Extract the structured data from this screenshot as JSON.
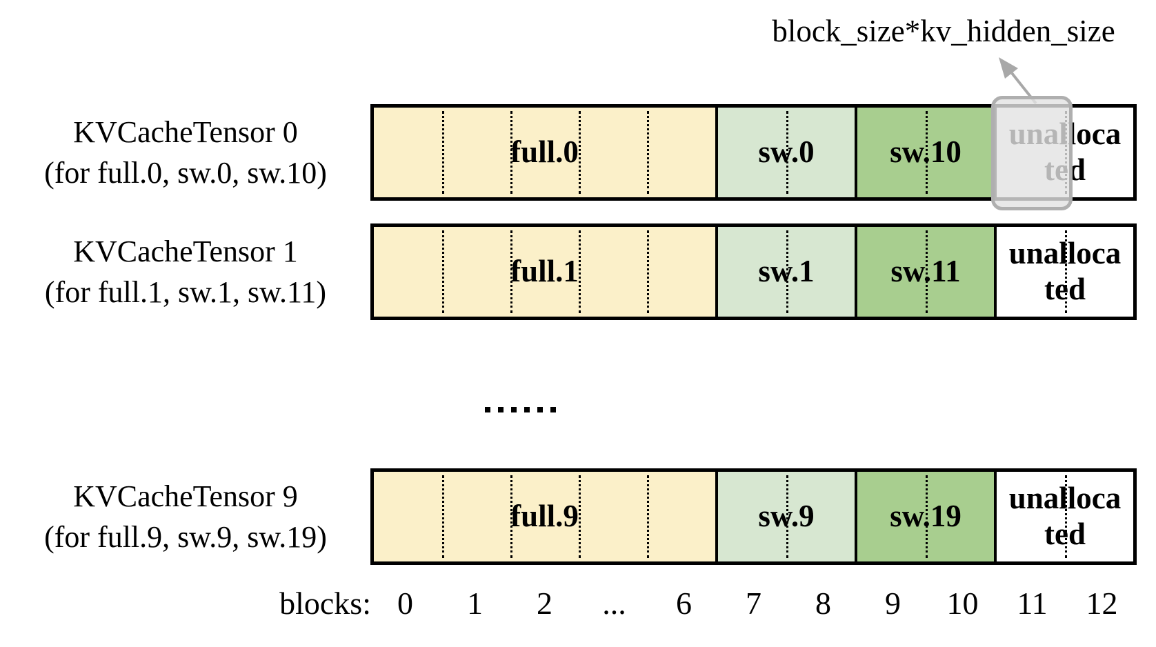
{
  "annotation": {
    "label": "block_size*kv_hidden_size"
  },
  "tensors": [
    {
      "name": "KVCacheTensor 0",
      "subtitle": "(for full.0, sw.0, sw.10)",
      "segments": [
        {
          "label": "full.0",
          "blocks": 5,
          "color": "full_layer"
        },
        {
          "label": "sw.0",
          "blocks": 2,
          "color": "sw_early"
        },
        {
          "label": "sw.10",
          "blocks": 2,
          "color": "sw_late"
        },
        {
          "label": "unallocated",
          "blocks": 2,
          "color": "unallocated",
          "wrap": true
        }
      ],
      "highlighted_block": "11"
    },
    {
      "name": "KVCacheTensor 1",
      "subtitle": "(for full.1, sw.1, sw.11)",
      "segments": [
        {
          "label": "full.1",
          "blocks": 5,
          "color": "full_layer"
        },
        {
          "label": "sw.1",
          "blocks": 2,
          "color": "sw_early"
        },
        {
          "label": "sw.11",
          "blocks": 2,
          "color": "sw_late"
        },
        {
          "label": "unallocated",
          "blocks": 2,
          "color": "unallocated",
          "wrap": true
        }
      ]
    },
    {
      "name": "KVCacheTensor 9",
      "subtitle": "(for full.9, sw.9, sw.19)",
      "segments": [
        {
          "label": "full.9",
          "blocks": 5,
          "color": "full_layer"
        },
        {
          "label": "sw.9",
          "blocks": 2,
          "color": "sw_early"
        },
        {
          "label": "sw.19",
          "blocks": 2,
          "color": "sw_late"
        },
        {
          "label": "unallocated",
          "blocks": 2,
          "color": "unallocated",
          "wrap": true
        }
      ]
    }
  ],
  "ellipsis": "......",
  "axis": {
    "label": "blocks:",
    "ticks": [
      "0",
      "1",
      "2",
      "...",
      "6",
      "7",
      "8",
      "9",
      "10",
      "11",
      "12"
    ]
  },
  "colors": {
    "full_layer": "#FBF0C9",
    "sw_early": "#D7E7D1",
    "sw_late": "#A8CE8F",
    "unallocated": "#FFFFFF",
    "bar_border": "#000000",
    "highlight_fill": "rgba(226,226,226,0.8)",
    "highlight_border": "#AFAFAF",
    "arrow": "#A8A8A8"
  }
}
